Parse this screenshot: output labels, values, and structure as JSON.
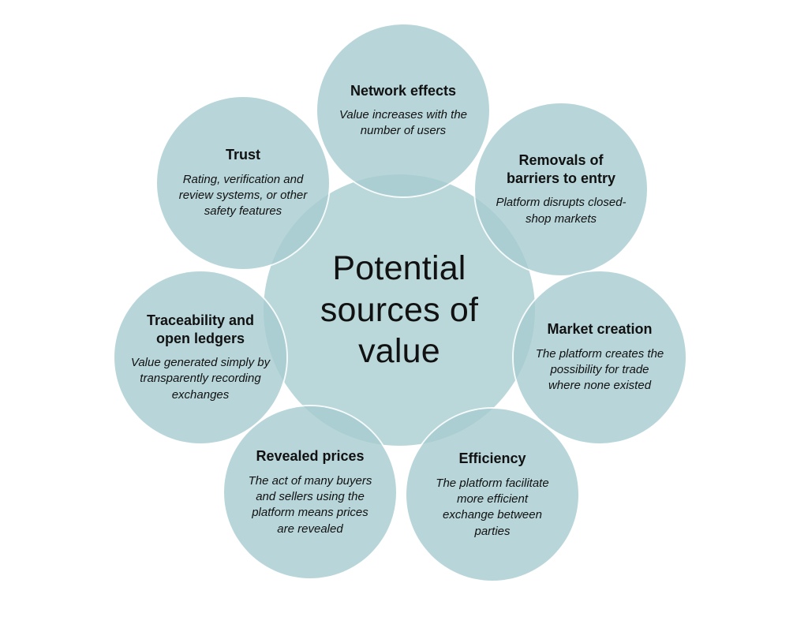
{
  "diagram": {
    "center_title": "Potential sources of value",
    "nodes": [
      {
        "title": "Network effects",
        "text": "Value increases with the number of users"
      },
      {
        "title": "Removals of barriers to entry",
        "text": "Platform disrupts closed-shop markets"
      },
      {
        "title": "Market creation",
        "text": "The platform creates the possibility for trade where none existed"
      },
      {
        "title": "Efficiency",
        "text": "The platform facilitate more efficient exchange between parties"
      },
      {
        "title": "Revealed prices",
        "text": "The act of many buyers and sellers using the platform means prices are revealed"
      },
      {
        "title": "Traceability and open ledgers",
        "text": "Value generated simply by transparently recording exchanges"
      },
      {
        "title": "Trust",
        "text": "Rating, verification and review systems, or other safety features"
      }
    ],
    "colors": {
      "circle_fill": "#a6cccf",
      "circle_outline": "#ffffff",
      "text": "#111111",
      "background": "#ffffff"
    }
  }
}
